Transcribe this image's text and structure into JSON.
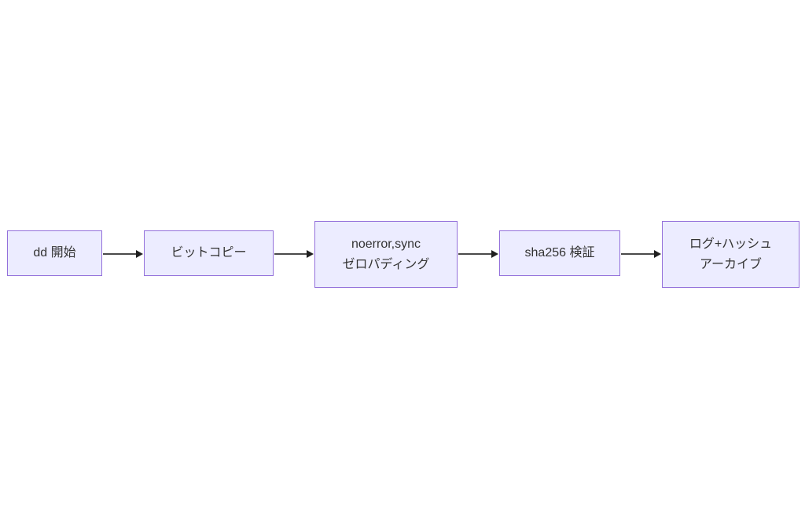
{
  "diagram": {
    "type": "flowchart",
    "direction": "left-to-right",
    "colors": {
      "background": "#ffffff",
      "node_fill": "#ececff",
      "node_border": "#9370db",
      "node_text": "#333333",
      "edge_line": "#4a4a4a",
      "arrowhead": "#1f1f1f"
    },
    "nodes": [
      {
        "lines": [
          "dd 開始"
        ]
      },
      {
        "lines": [
          "ビットコピー"
        ]
      },
      {
        "lines": [
          "noerror,sync",
          "ゼロパディング"
        ]
      },
      {
        "lines": [
          "sha256 検証"
        ]
      },
      {
        "lines": [
          "ログ+ハッシュ",
          "アーカイブ"
        ]
      }
    ],
    "edges": [
      {
        "from": 1,
        "to": 2
      },
      {
        "from": 2,
        "to": 3
      },
      {
        "from": 3,
        "to": 4
      },
      {
        "from": 4,
        "to": 5
      }
    ]
  }
}
